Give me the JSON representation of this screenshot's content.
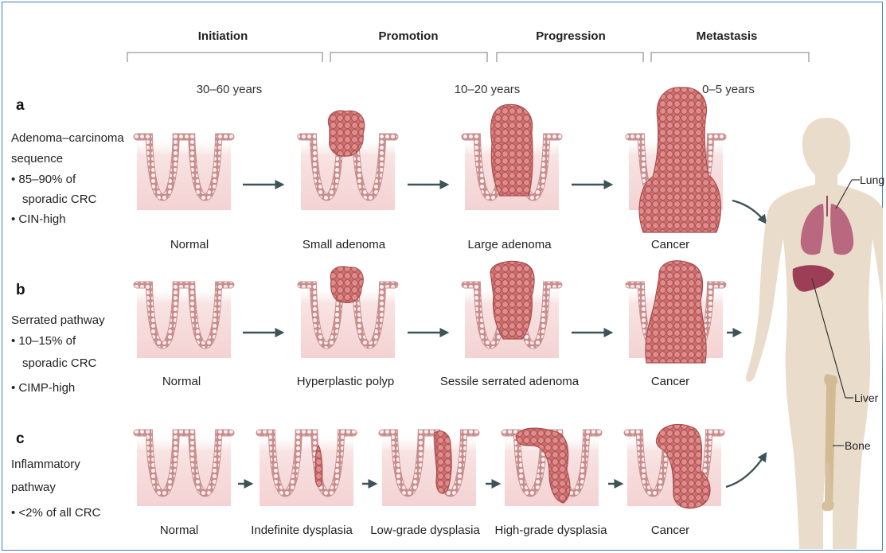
{
  "stages": [
    "Initiation",
    "Promotion",
    "Progression",
    "Metastasis"
  ],
  "durations": [
    "30–60 years",
    "10–20 years",
    "0–5 years"
  ],
  "pathways": [
    {
      "letter": "a",
      "lines": [
        "Adenoma–carcinoma",
        "sequence",
        "• 85–90% of",
        "sporadic CRC",
        "• CIN-high"
      ],
      "steps": [
        "Normal",
        "Small adenoma",
        "Large adenoma",
        "Cancer"
      ]
    },
    {
      "letter": "b",
      "lines": [
        "Serrated pathway",
        "• 10–15% of",
        "sporadic CRC",
        "• CIMP-high"
      ],
      "steps": [
        "Normal",
        "Hyperplastic polyp",
        "Sessile serrated adenoma",
        "Cancer"
      ]
    },
    {
      "letter": "c",
      "lines": [
        "Inflammatory",
        "pathway",
        "• <2% of all CRC"
      ],
      "steps": [
        "Normal",
        "Indefinite dysplasia",
        "Low-grade dysplasia",
        "High-grade dysplasia",
        "Cancer"
      ]
    }
  ],
  "organs": [
    "Lung",
    "Liver",
    "Bone"
  ],
  "colors": {
    "tissue": "#f7dede",
    "cell_fill": "#fbeeee",
    "cell_stroke": "#c98f8f",
    "tumor": "#d97b7b",
    "tumor_stroke": "#a84f4f",
    "body": "#e9dccb",
    "organ": "#a8506a",
    "arrow": "#3e5357",
    "frame": "#3a7fc1"
  }
}
